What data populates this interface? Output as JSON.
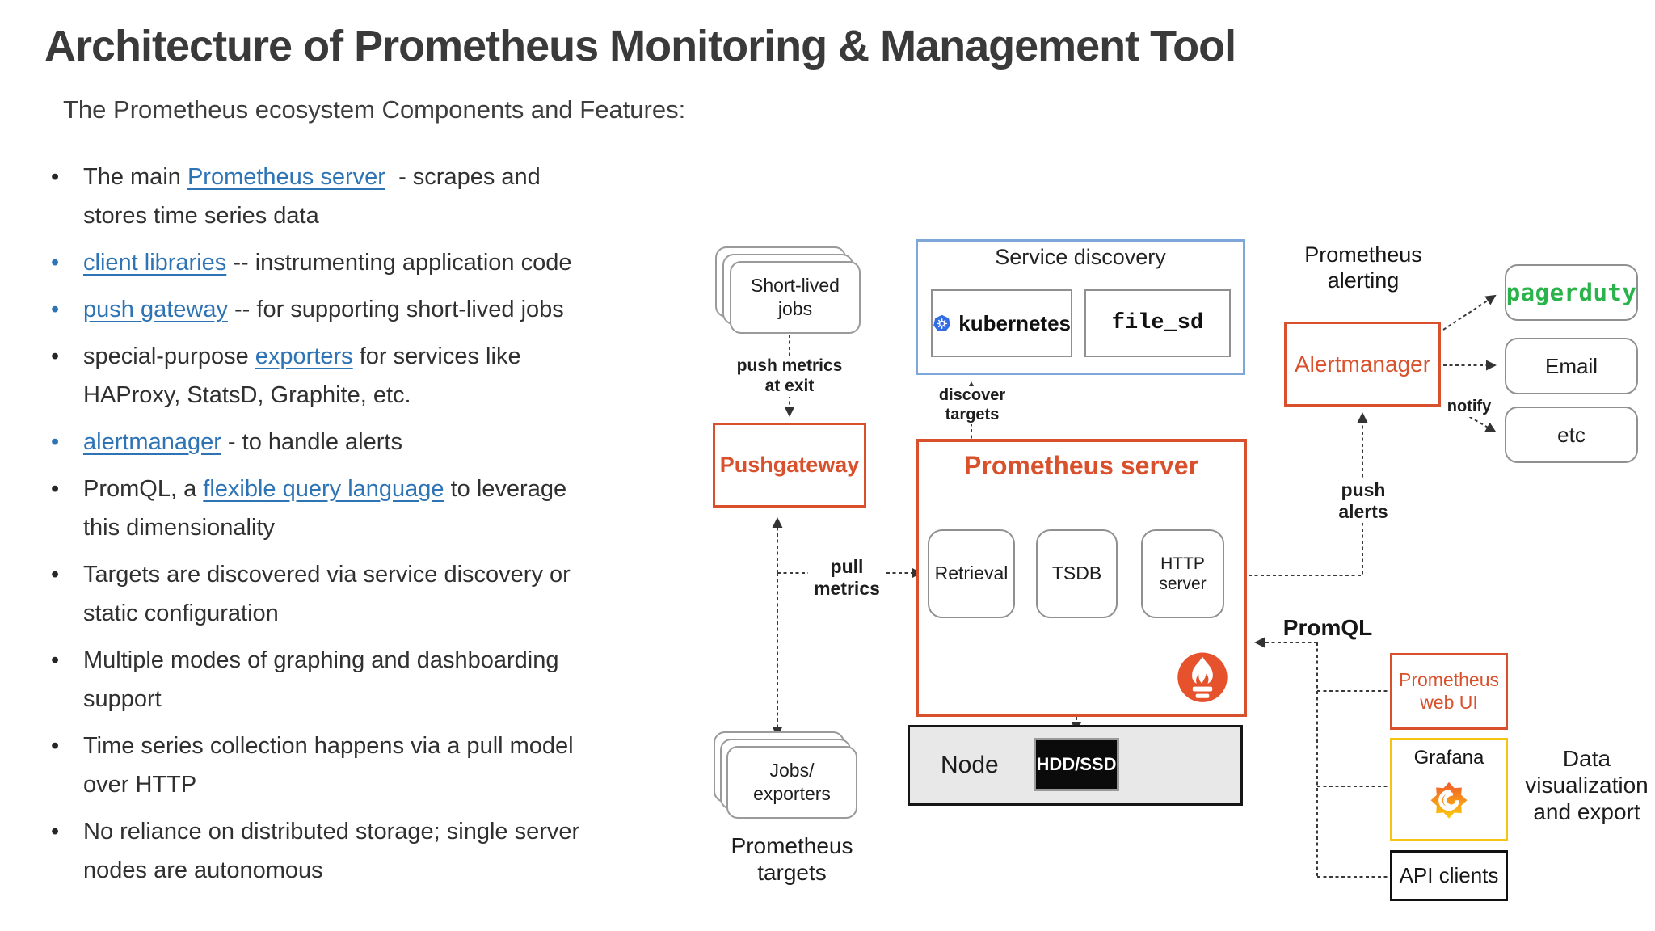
{
  "title": "Architecture of Prometheus Monitoring & Management Tool",
  "subtitle": "The Prometheus ecosystem Components and Features:",
  "colors": {
    "accent_orange": "#d9512c",
    "link_blue": "#2e74b5",
    "sd_blue": "#7ea6d8",
    "k8s_blue": "#326de6",
    "pd_green": "#2ab34a",
    "graf_yellow": "#f5c513"
  },
  "bullets": [
    {
      "bullet_color": "black",
      "segments": [
        {
          "t": "The main "
        },
        {
          "t": "Prometheus server",
          "link": true
        },
        {
          "t": "  - scrapes and\nstores time series data"
        }
      ]
    },
    {
      "bullet_color": "blue",
      "segments": [
        {
          "t": "client libraries",
          "link": true
        },
        {
          "t": " -- instrumenting application code"
        }
      ]
    },
    {
      "bullet_color": "blue",
      "segments": [
        {
          "t": "push gateway",
          "link": true
        },
        {
          "t": " -- for supporting short-lived jobs"
        }
      ]
    },
    {
      "bullet_color": "black",
      "segments": [
        {
          "t": "special-purpose "
        },
        {
          "t": "exporters",
          "link": true
        },
        {
          "t": " for services like\nHAProxy, StatsD, Graphite, etc."
        }
      ]
    },
    {
      "bullet_color": "blue",
      "segments": [
        {
          "t": "alertmanager",
          "link": true
        },
        {
          "t": " - to handle alerts"
        }
      ]
    },
    {
      "bullet_color": "black",
      "segments": [
        {
          "t": "PromQL, a "
        },
        {
          "t": "flexible query language",
          "link": true
        },
        {
          "t": " to leverage\nthis dimensionality"
        }
      ]
    },
    {
      "bullet_color": "black",
      "segments": [
        {
          "t": "Targets are discovered via service discovery or\nstatic configuration"
        }
      ]
    },
    {
      "bullet_color": "black",
      "segments": [
        {
          "t": "Multiple modes of graphing and dashboarding\nsupport"
        }
      ]
    },
    {
      "bullet_color": "black",
      "segments": [
        {
          "t": "Time series collection happens via a pull model\nover HTTP"
        }
      ]
    },
    {
      "bullet_color": "black",
      "segments": [
        {
          "t": "No reliance on distributed storage; single server\nnodes are autonomous"
        }
      ]
    }
  ],
  "diagram": {
    "short_lived_jobs": "Short-lived\njobs",
    "push_metrics_at_exit": "push metrics\nat exit",
    "pushgateway": "Pushgateway",
    "service_discovery": {
      "title": "Service discovery",
      "kubernetes": "kubernetes",
      "file_sd": "file_sd"
    },
    "discover_targets": "discover\ntargets",
    "prometheus_server": {
      "title": "Prometheus server",
      "retrieval": "Retrieval",
      "tsdb": "TSDB",
      "http_server": "HTTP\nserver"
    },
    "pull_metrics": "pull\nmetrics",
    "node": {
      "label": "Node",
      "storage": "HDD/SSD"
    },
    "jobs_exporters": "Jobs/\nexporters",
    "prometheus_targets": "Prometheus\ntargets",
    "alerting": {
      "heading": "Prometheus\nalerting",
      "alertmanager": "Alertmanager",
      "push_alerts": "push\nalerts",
      "notify": "notify",
      "targets": [
        "pagerduty",
        "Email",
        "etc"
      ]
    },
    "query": {
      "promql": "PromQL",
      "web_ui": "Prometheus\nweb UI",
      "grafana": "Grafana",
      "api_clients": "API clients",
      "data_viz": "Data\nvisualization\nand export"
    }
  }
}
